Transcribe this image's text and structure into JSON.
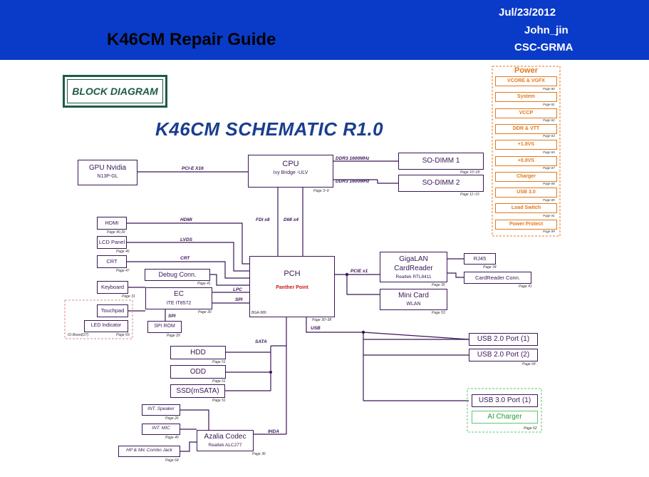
{
  "header": {
    "title": "K46CM Repair Guide",
    "date": "Jul/23/2012",
    "author": "John_jin",
    "dept": "CSC-GRMA"
  },
  "block_label": "BLOCK DIAGRAM",
  "main_title": "K46CM SCHEMATIC R1.0",
  "colors": {
    "header_bg": "#0a3bc8",
    "wire": "#3a1658",
    "power": "#e07a1e",
    "usb3_group": "#5fc86a",
    "board_group": "#e08a8a"
  },
  "cpu": {
    "name": "CPU",
    "sub": "Ivy Bridge -ULV",
    "page": "Page 3~9"
  },
  "gpu": {
    "name": "GPU Nvidia",
    "sub": "N13P-GL"
  },
  "sodimm1": {
    "name": "SO-DIMM 1",
    "page": "Page 10~18"
  },
  "sodimm2": {
    "name": "SO-DIMM 2",
    "page": "Page 11~15"
  },
  "pch": {
    "name": "PCH",
    "sub": "Panther Point",
    "left": "BGA-989",
    "page": "Page 30~38"
  },
  "hdmi": {
    "name": "HDMI",
    "page": "Page 40,39"
  },
  "lcd": {
    "name": "LCD Panel",
    "page": "Page 46"
  },
  "crt": {
    "name": "CRT",
    "page": "Page 47"
  },
  "debug": {
    "name": "Debug Conn.",
    "page": "Page 41"
  },
  "keyboard": {
    "name": "Keyboard",
    "page": "Page 31"
  },
  "ec": {
    "name": "EC",
    "sub": "ITE IT8572",
    "page": "Page 30"
  },
  "touchpad": {
    "name": "Touchpad"
  },
  "led": {
    "name": "LED Indicator"
  },
  "io_board": {
    "label": "IO-Board(27)",
    "page": "Page 69"
  },
  "spirom": {
    "name": "SPI ROM",
    "page": "Page 29"
  },
  "gigalan": {
    "name1": "GigaLAN",
    "name2": "CardReader",
    "sub": "Realtek RTL8411",
    "page": "Page 35"
  },
  "rj45": {
    "name": "RJ45",
    "page": "Page 34"
  },
  "cardreader_conn": {
    "name": "CardReader Conn.",
    "page": "Page 41"
  },
  "minicard": {
    "name": "Mini Card",
    "sub": "WLAN",
    "page": "Page 53"
  },
  "usb20_1": {
    "name": "USB 2.0 Port (1)"
  },
  "usb20_2": {
    "name": "USB 2.0 Port (2)",
    "page": "Page 64"
  },
  "usb30": {
    "name": "USB 3.0 Port (1)"
  },
  "aicharger": {
    "name": "AI Charger",
    "page": "Page 62"
  },
  "hdd": {
    "name": "HDD",
    "page": "Page 51"
  },
  "odd": {
    "name": "ODD",
    "page": "Page 51"
  },
  "ssd": {
    "name": "SSD(mSATA)",
    "page": "Page 51"
  },
  "speaker": {
    "name": "INT. Speaker",
    "page": "Page 26"
  },
  "mic": {
    "name": "INT. MIC",
    "page": "Page 40"
  },
  "jack": {
    "name": "HP & Mic Combo Jack",
    "page": "Page 64"
  },
  "azalia": {
    "name": "Azalia Codec",
    "sub": "Realtek ALC277",
    "page": "Page 36"
  },
  "buses": {
    "pcie16": "PCI-E X16",
    "ddr3_1": "DDR3 1600MHz",
    "ddr3_2": "DDR3 1600MHz",
    "fdi": "FDI x8",
    "dmi": "DMI x4",
    "hdmi": "HDMI",
    "lvds": "LVDS",
    "crt": "CRT",
    "lpc": "LPC",
    "spi1": "SPI",
    "spi2": "SPI",
    "pciex1": "PCIE x1",
    "usb": "USB",
    "sata": "SATA",
    "ihda": "IHDA"
  },
  "power": {
    "title": "Power",
    "items": [
      {
        "name": "VCORE & VGFX",
        "page": "Page 80"
      },
      {
        "name": "System",
        "page": "Page 81"
      },
      {
        "name": "VCCP",
        "page": "Page 82"
      },
      {
        "name": "DDR & VTT",
        "page": "Page 83"
      },
      {
        "name": "+1.8VS",
        "page": "Page 84"
      },
      {
        "name": "+0.8VS",
        "page": "Page 87"
      },
      {
        "name": "Charger",
        "page": "Page 88"
      },
      {
        "name": "USB 3.0",
        "page": "Page 89"
      },
      {
        "name": "Load Switch",
        "page": "Page 91"
      },
      {
        "name": "Power Protect",
        "page": "Page 99"
      }
    ]
  }
}
